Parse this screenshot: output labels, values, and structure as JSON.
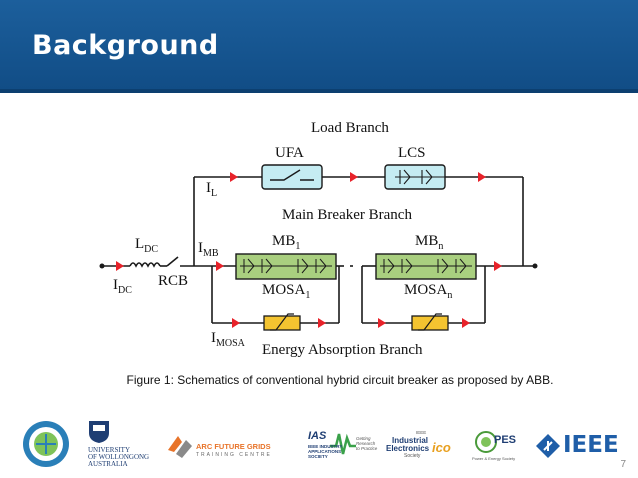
{
  "slide": {
    "title": "Background",
    "caption": "Figure 1: Schematics of conventional hybrid circuit breaker as proposed by ABB.",
    "page_number": "7"
  },
  "diagram": {
    "labels": {
      "load_branch": "Load Branch",
      "ufa": "UFA",
      "lcs": "LCS",
      "il_main": "I",
      "il_sub": "L",
      "main_breaker_branch": "Main Breaker Branch",
      "ldc_main": "L",
      "ldc_sub": "DC",
      "imb_main": "I",
      "imb_sub": "MB",
      "mb1_main": "MB",
      "mb1_sub": "1",
      "mbn_main": "MB",
      "mbn_sub": "n",
      "rcb": "RCB",
      "idc_main": "I",
      "idc_sub": "DC",
      "mosa1_main": "MOSA",
      "mosa1_sub": "1",
      "mosan_main": "MOSA",
      "mosan_sub": "n",
      "imosa_main": "I",
      "imosa_sub": "MOSA",
      "energy_absorption_branch": "Energy Absorption Branch"
    },
    "colors": {
      "wire": "#1a1a1a",
      "arrow": "#e8222a",
      "ufa_fill": "#c5ecf2",
      "lcs_fill": "#c5ecf2",
      "mb_fill": "#a9cf7f",
      "mosa_fill": "#f4c430"
    }
  },
  "logos": {
    "ieee_etfs": {
      "icon": "ieee-etfs-seal-icon"
    },
    "uow": {
      "line1": "UNIVERSITY",
      "line2": "OF WOLLONGONG",
      "line3": "AUSTRALIA"
    },
    "arc": {
      "line1": "ARC FUTURE GRIDS",
      "line2": "TRAINING CENTRE"
    },
    "ias": {
      "text": "IAS",
      "line1": "IEEE INDUSTRY",
      "line2": "APPLICATIONS",
      "line3": "SOCIETY",
      "tag1": "Getting",
      "tag2": "Research",
      "tag3": "to Practice"
    },
    "ies": {
      "top": "IEEE",
      "line1": "Industrial",
      "line2": "Electronics",
      "line3": "Society",
      "ico": "ico"
    },
    "pes": {
      "text": "PES",
      "tagline": "Power & Energy Society"
    },
    "ieee": {
      "text": "IEEE"
    }
  }
}
